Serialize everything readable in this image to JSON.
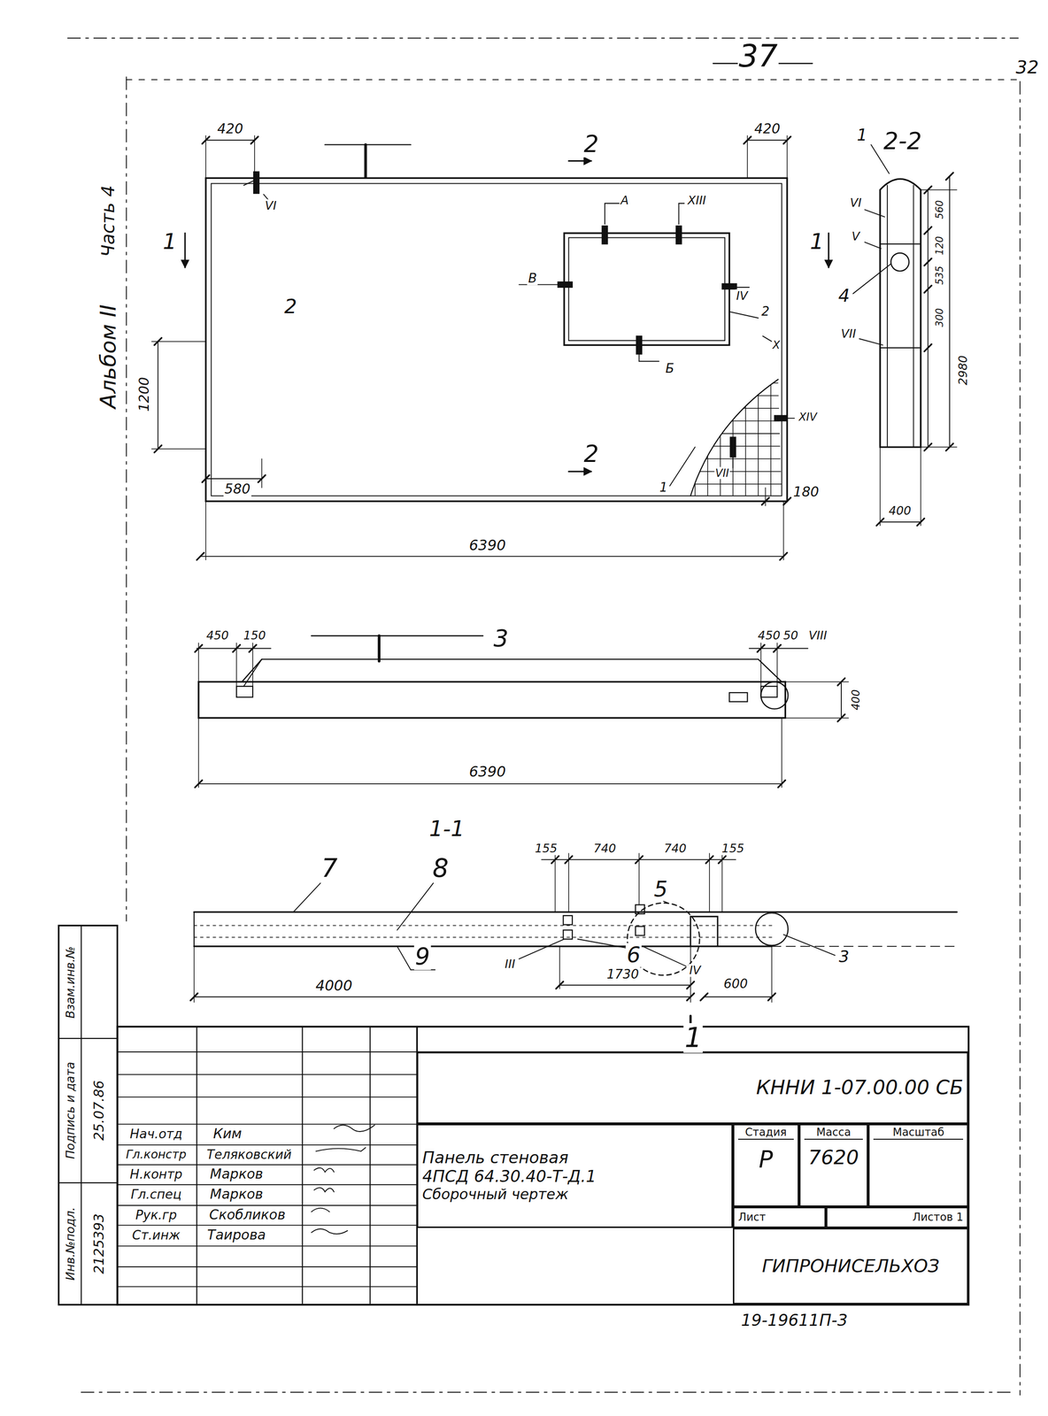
{
  "diagram": {
    "nodes": [
      {
        "text": [
          "КННИ 1-07.00.00 СБ"
        ]
      },
      {
        "text": [
          "Панель стеновая",
          "4ПСД 64.30.40-Т-Д.1",
          "Сборочный чертеж"
        ]
      },
      {
        "text": [
          "Стадия",
          "Р"
        ]
      },
      {
        "text": [
          "Масса",
          "7620"
        ]
      },
      {
        "text": [
          "Масштаб"
        ]
      },
      {
        "text": [
          "Лист"
        ]
      },
      {
        "text": [
          "Листов 1"
        ]
      },
      {
        "text": [
          "ГИПРОНИСЕЛЬХОЗ"
        ]
      }
    ],
    "labels": [
      "37",
      "32",
      "Альбом II",
      "Часть 4",
      "420",
      "420",
      "2",
      "1",
      "1",
      "VI",
      "А",
      "XIII",
      "В",
      "IV",
      "Б",
      "2",
      "2",
      "X",
      "XIV",
      "VII",
      "1",
      "1200",
      "580",
      "180",
      "6390",
      "2",
      "2-2",
      "1",
      "VI",
      "V",
      "4",
      "VII",
      "560",
      "120",
      "535",
      "300",
      "2980",
      "400",
      "450",
      "150",
      "3",
      "450",
      "50",
      "VIII",
      "400",
      "6390",
      "1-1",
      "7",
      "8",
      "155",
      "740",
      "740",
      "155",
      "5",
      "9",
      "III",
      "6",
      "IV",
      "3",
      "4000",
      "1730",
      "600",
      "1",
      "Нач.отд",
      "Ким",
      "Гл.констр",
      "Теляковский",
      "Н.контр",
      "Марков",
      "Гл.спец",
      "Марков",
      "Рук.гр",
      "Скобликов",
      "Ст.инж",
      "Таирова",
      "Взам.инв.№",
      "Подпись и дата",
      "Инв.№подл.",
      "2125393",
      "25.07.86",
      "19-19611П-3"
    ]
  }
}
